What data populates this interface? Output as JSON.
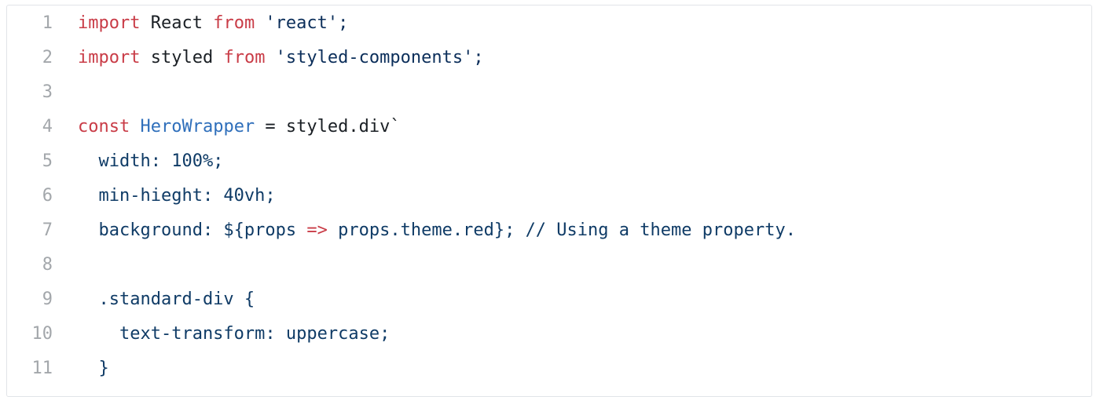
{
  "code_view": {
    "lines": [
      {
        "number": "1",
        "tokens": [
          {
            "text": "import",
            "kind": "kw"
          },
          {
            "text": " React ",
            "kind": "plain"
          },
          {
            "text": "from",
            "kind": "kw"
          },
          {
            "text": " 'react';",
            "kind": "str"
          }
        ]
      },
      {
        "number": "2",
        "tokens": [
          {
            "text": "import",
            "kind": "kw"
          },
          {
            "text": " styled ",
            "kind": "plain"
          },
          {
            "text": "from",
            "kind": "kw"
          },
          {
            "text": " 'styled-components';",
            "kind": "str"
          }
        ]
      },
      {
        "number": "3",
        "tokens": []
      },
      {
        "number": "4",
        "tokens": [
          {
            "text": "const",
            "kind": "kw"
          },
          {
            "text": " ",
            "kind": "plain"
          },
          {
            "text": "HeroWrapper",
            "kind": "ident"
          },
          {
            "text": " = styled.div`",
            "kind": "plain"
          }
        ]
      },
      {
        "number": "5",
        "tokens": [
          {
            "text": "  width: 100%;",
            "kind": "css"
          }
        ]
      },
      {
        "number": "6",
        "tokens": [
          {
            "text": "  min-hieght: 40vh;",
            "kind": "css"
          }
        ]
      },
      {
        "number": "7",
        "tokens": [
          {
            "text": "  background: ${props ",
            "kind": "css"
          },
          {
            "text": "=>",
            "kind": "kw"
          },
          {
            "text": " props.theme.red}; // Using a theme property.",
            "kind": "css"
          }
        ]
      },
      {
        "number": "8",
        "tokens": []
      },
      {
        "number": "9",
        "tokens": [
          {
            "text": "  .standard-div {",
            "kind": "css"
          }
        ]
      },
      {
        "number": "10",
        "tokens": [
          {
            "text": "    text-transform: uppercase;",
            "kind": "css"
          }
        ]
      },
      {
        "number": "11",
        "tokens": [
          {
            "text": "  }",
            "kind": "css"
          }
        ]
      }
    ]
  }
}
